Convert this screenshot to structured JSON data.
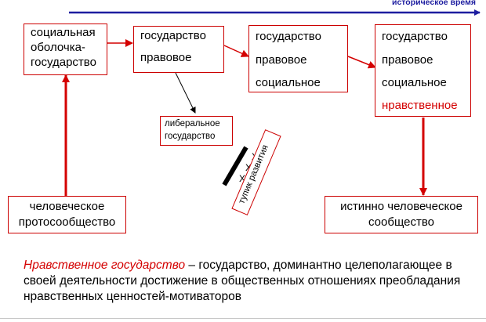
{
  "timeline": {
    "label": "историческое время",
    "color": "#1e1ea0"
  },
  "boxes": {
    "social_shell": {
      "lines": [
        "социальная",
        "оболочка-",
        "государство"
      ]
    },
    "legal_state": {
      "lines": [
        "государство",
        "правовое"
      ]
    },
    "legal_social_state": {
      "lines": [
        "государство",
        "правовое",
        "социальное"
      ]
    },
    "moral_state": {
      "lines": [
        "государство",
        "правовое",
        "социальное"
      ],
      "highlight": "нравственное"
    },
    "liberal_state": {
      "lines": [
        "либеральное",
        "государство"
      ]
    },
    "human_protocommunity": {
      "lines": [
        "человеческое",
        "протосообщество"
      ]
    },
    "true_human_community": {
      "lines": [
        "истинно человеческое",
        "сообщество"
      ]
    }
  },
  "dead_end": {
    "label": "тупик развития",
    "marks": [
      "X",
      "X",
      "X"
    ]
  },
  "definition": {
    "term": "Нравственное государство",
    "text": " – государство, доминантно целеполагающее  в своей деятельности достижение в общественных отношениях преобладания нравственных ценностей-мотиваторов"
  },
  "colors": {
    "box_border": "#cc0000",
    "arrow_red": "#d40000",
    "highlight": "#d40000"
  }
}
